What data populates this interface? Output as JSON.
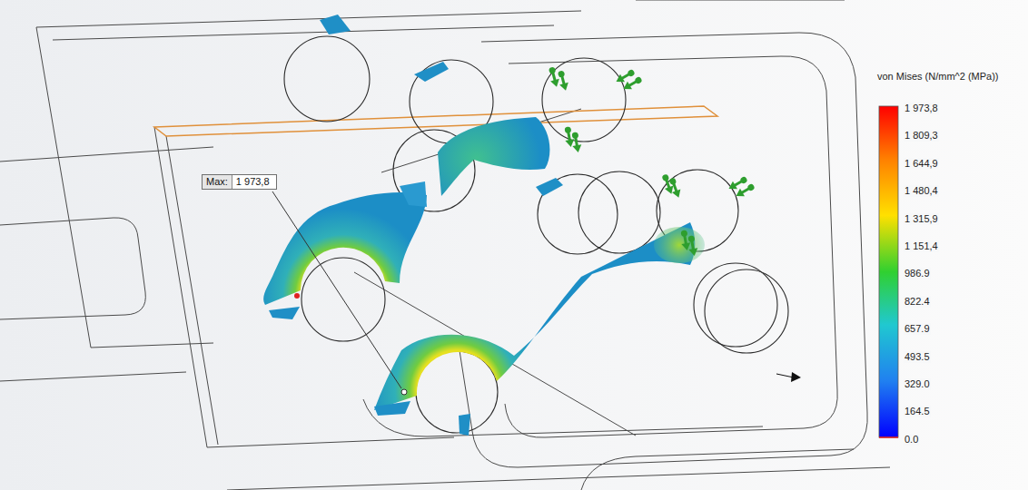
{
  "diagram": {
    "nodes": [
      {
        "text": [
          "Max:",
          "1 973,8"
        ]
      }
    ],
    "labels": [
      "von Mises (N/mm^2 (MPa))",
      "1 973,8",
      "1 809,3",
      "1 644,9",
      "1 480,4",
      "1 315,9",
      "1 151,4",
      "986.9",
      "822.4",
      "657.9",
      "493.5",
      "329.0",
      "164.5",
      "0.0"
    ]
  }
}
